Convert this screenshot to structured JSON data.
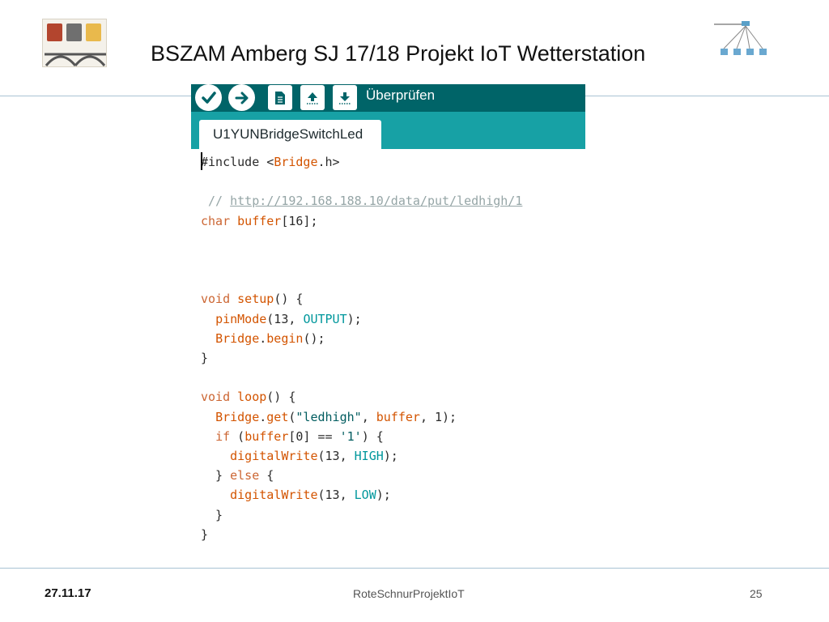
{
  "slide": {
    "title": "BSZAM Amberg SJ 17/18 Projekt IoT Wetterstation"
  },
  "ide": {
    "toolbar": {
      "verify_label": "Überprüfen"
    },
    "tab": {
      "label": "U1YUNBridgeSwitchLed"
    },
    "code_lines": [
      "#include <Bridge.h>",
      "",
      " // http://192.168.188.10/data/put/ledhigh/1",
      "char buffer[16];",
      "",
      "",
      "",
      "void setup() {",
      "  pinMode(13, OUTPUT);",
      "  Bridge.begin();",
      "}",
      "",
      "void loop() {",
      "  Bridge.get(\"ledhigh\", buffer, 1);",
      "  if (buffer[0] == '1') {",
      "    digitalWrite(13, HIGH);",
      "  } else {",
      "    digitalWrite(13, LOW);",
      "  }",
      "}"
    ],
    "colors": {
      "toolbar_bg": "#006468",
      "tabbar_bg": "#17a1a5",
      "keyword": "#cc6633",
      "constant": "#00979c"
    }
  },
  "footer": {
    "date": "27.11.17",
    "center": "RoteSchnurProjektIoT",
    "page": "25"
  }
}
